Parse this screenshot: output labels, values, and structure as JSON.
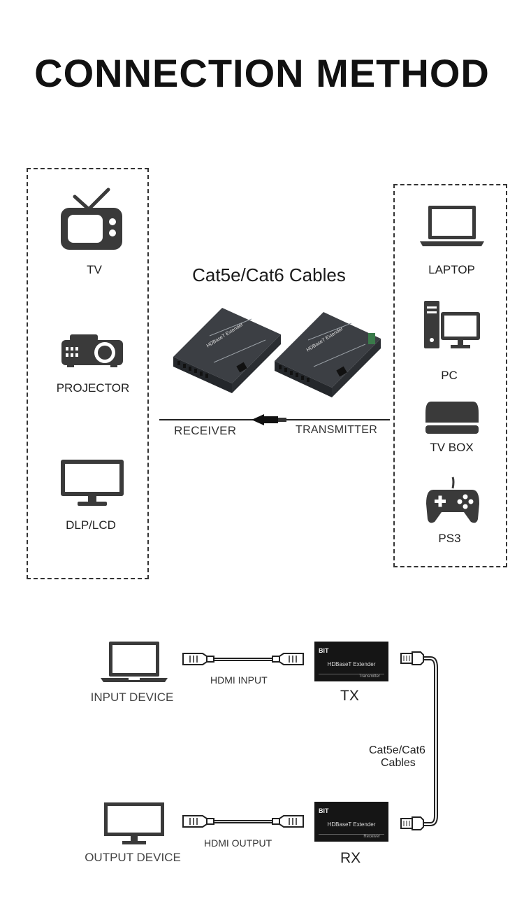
{
  "title": "CONNECTION METHOD",
  "top": {
    "cable_title": "Cat5e/Cat6 Cables",
    "left_devices": [
      {
        "label": "TV",
        "icon": "tv-icon"
      },
      {
        "label": "PROJECTOR",
        "icon": "projector-icon"
      },
      {
        "label": "DLP/LCD",
        "icon": "monitor-icon"
      }
    ],
    "right_devices": [
      {
        "label": "LAPTOP",
        "icon": "laptop-icon"
      },
      {
        "label": "PC",
        "icon": "pc-icon"
      },
      {
        "label": "TV BOX",
        "icon": "tv-box-icon"
      },
      {
        "label": "PS3",
        "icon": "gamepad-icon"
      }
    ],
    "receiver_label": "RECEIVER",
    "transmitter_label": "TRANSMITTER",
    "receiver_unit_text": "HDBaseT Extender",
    "transmitter_unit_text": "HDBaseT Extender"
  },
  "bottom": {
    "input_device": "INPUT DEVICE",
    "output_device": "OUTPUT DEVICE",
    "hdmi_input": "HDMI INPUT",
    "hdmi_output": "HDMI OUTPUT",
    "tx_label": "TX",
    "rx_label": "RX",
    "cable_label_line1": "Cat5e/Cat6",
    "cable_label_line2": "Cables",
    "tx_box": {
      "brand": "BIT",
      "model": "HDBaseT Extender",
      "role": "Transmitter"
    },
    "rx_box": {
      "brand": "BIT",
      "model": "HDBaseT Extender",
      "role": "Receiver"
    }
  },
  "colors": {
    "icon": "#3a3a3a",
    "device": "#2f3236",
    "black_box": "#151515"
  }
}
